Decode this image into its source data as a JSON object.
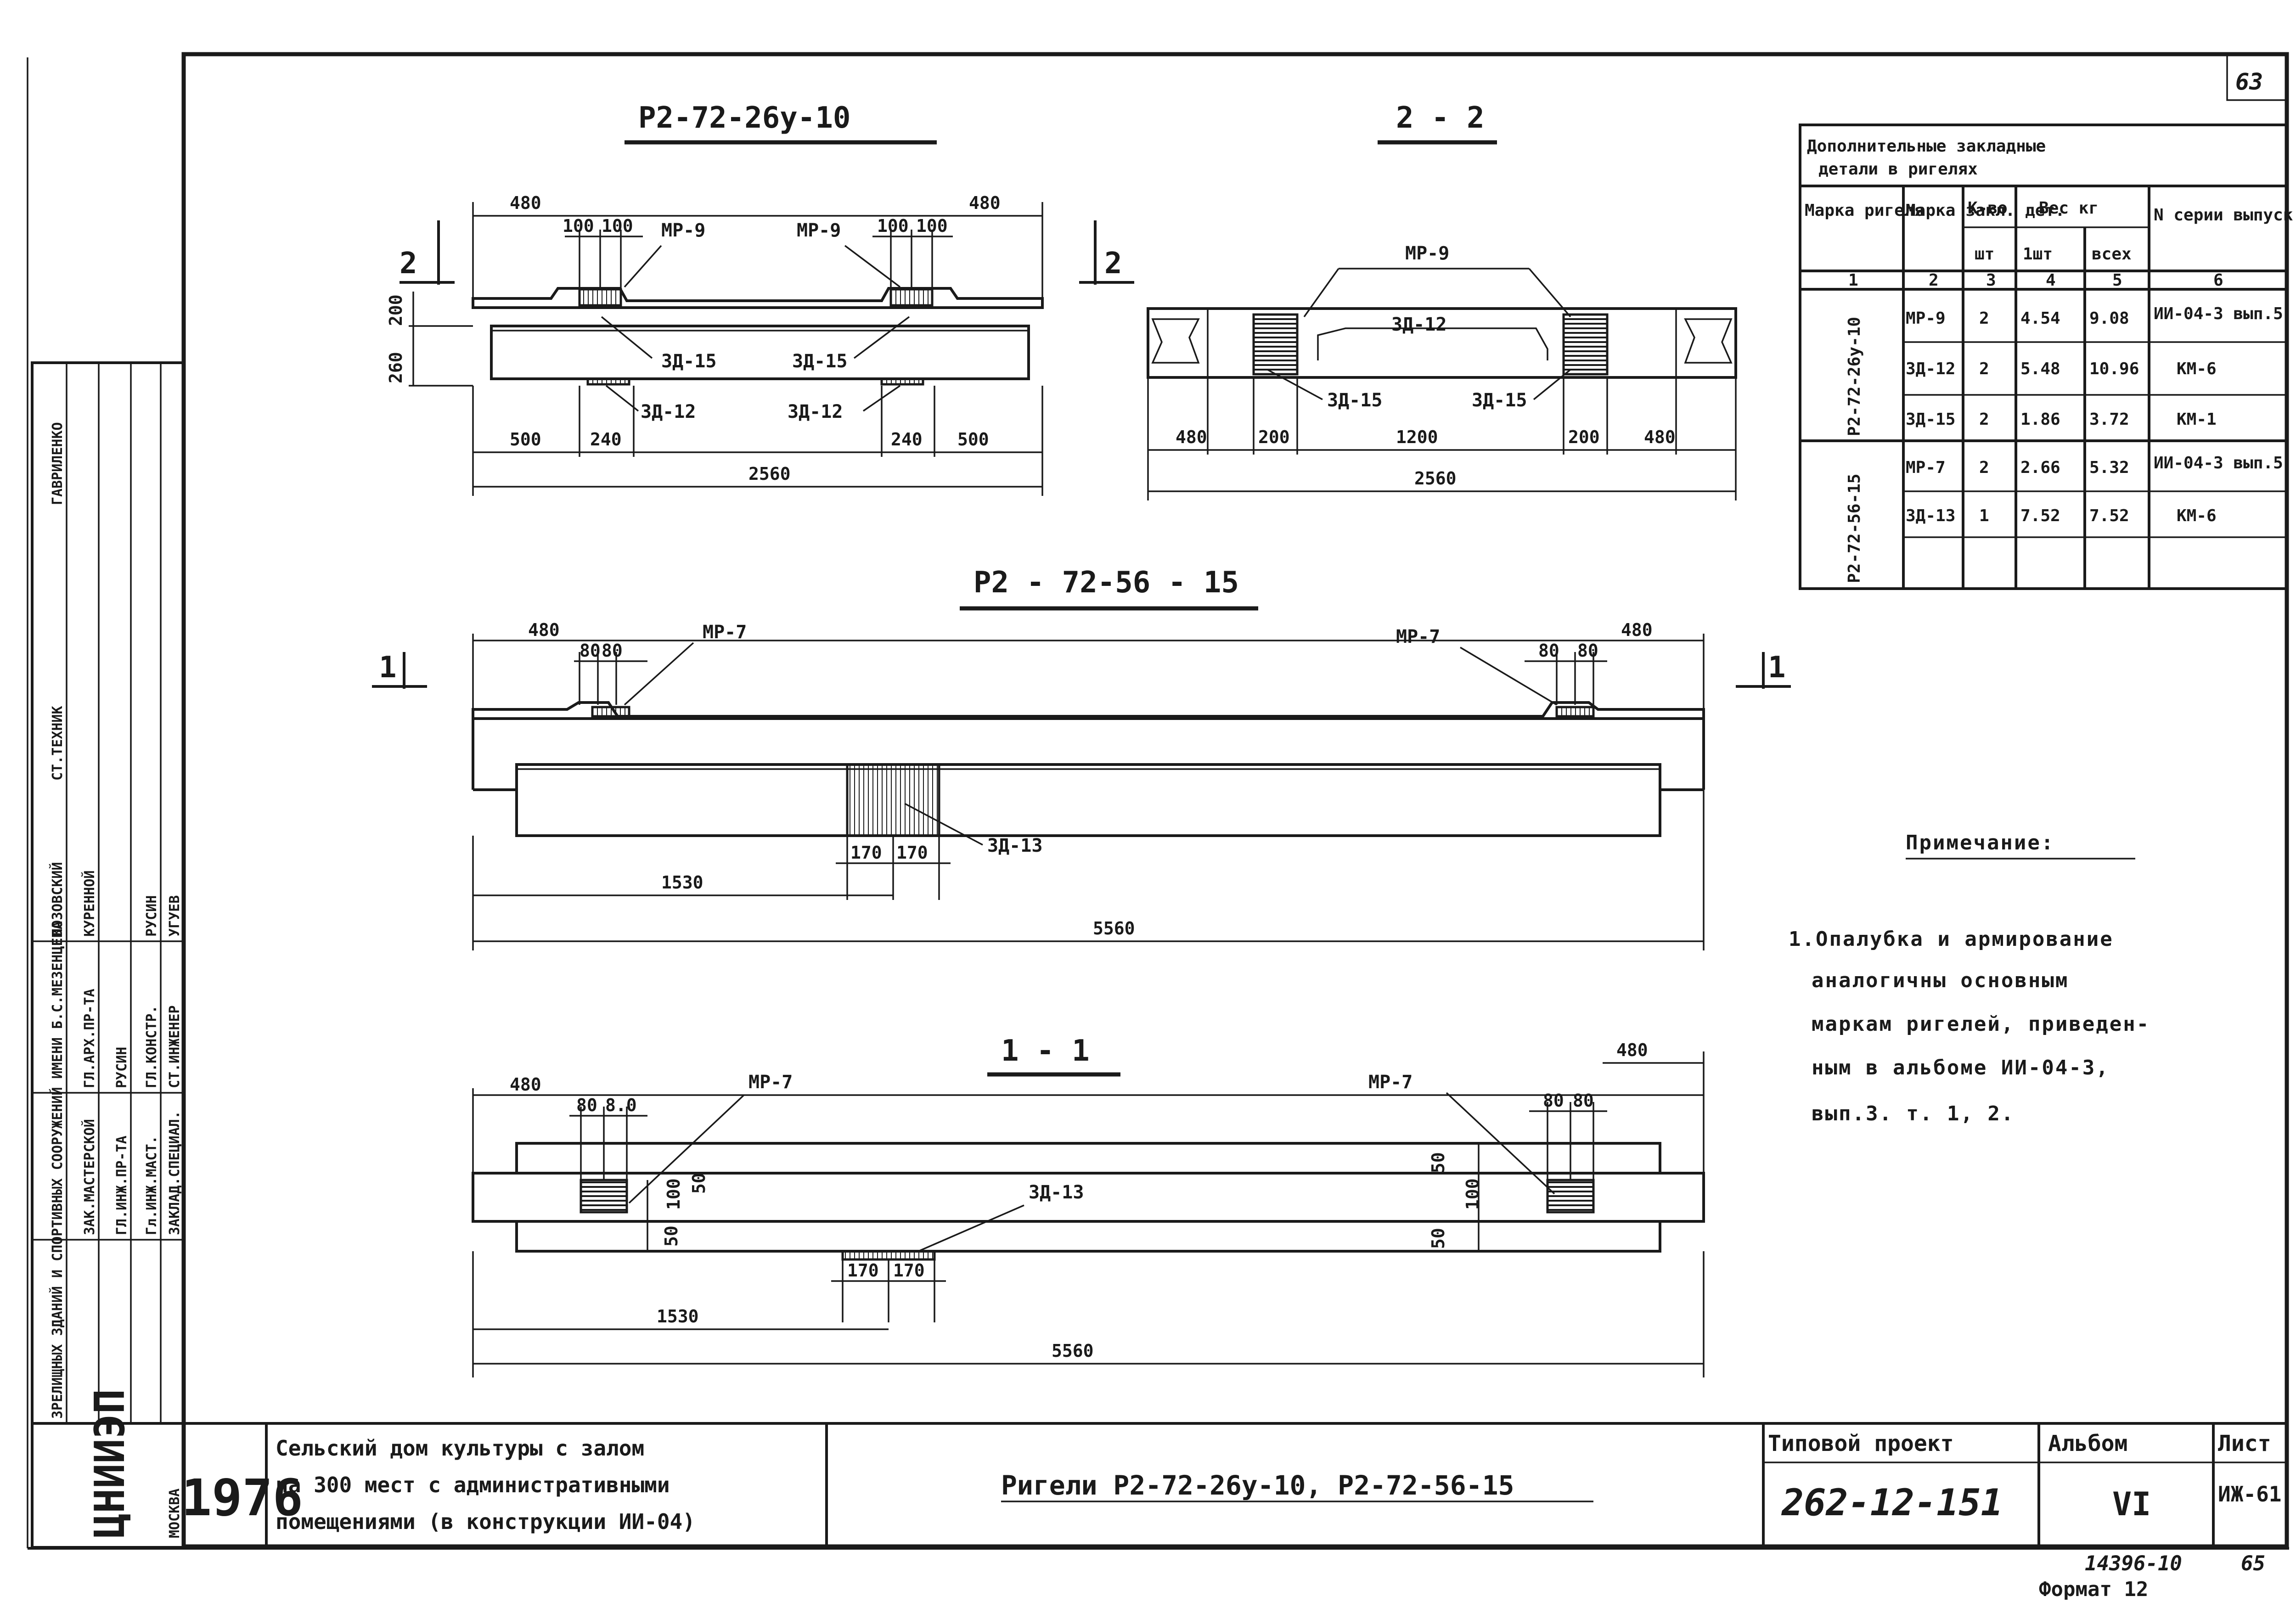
{
  "sheet_number_corner": "63",
  "views": {
    "top_left_title": "Р2-72-26у-10",
    "section22_title": "2 - 2",
    "middle_title": "Р2 - 72-56 - 15",
    "section11_title": "1 - 1",
    "cut_marks": {
      "two": "2",
      "one": "1"
    }
  },
  "top_left": {
    "dims": {
      "left_480": "480",
      "right_480": "480",
      "d100a": "100",
      "d100b": "100",
      "d100c": "100",
      "d100d": "100",
      "h200": "200",
      "h260": "260",
      "b500a": "500",
      "b240a": "240",
      "b240b": "240",
      "b500b": "500",
      "total": "2560"
    },
    "labels": {
      "mp9_left": "МР-9",
      "mp9_right": "МР-9",
      "zd15_a": "ЗД-15",
      "zd15_b": "ЗД-15",
      "zd12_a": "ЗД-12",
      "zd12_b": "ЗД-12"
    }
  },
  "section22": {
    "labels": {
      "mp9": "МР-9",
      "zd12": "ЗД-12",
      "zd15_a": "ЗД-15",
      "zd15_b": "ЗД-15"
    },
    "dims": {
      "d480a": "480",
      "d200a": "200",
      "d1200": "1200",
      "d200b": "200",
      "d480b": "480",
      "total": "2560"
    }
  },
  "middle": {
    "labels": {
      "mp7_left": "МР-7",
      "mp7_right": "МР-7",
      "zd13": "ЗД-13"
    },
    "dims": {
      "left_480": "480",
      "right_480": "480",
      "d80a": "80",
      "d80b": "80",
      "d80c": "80",
      "d80d": "80",
      "d170a": "170",
      "d170b": "170",
      "d1530": "1530",
      "total": "5560"
    }
  },
  "section11": {
    "labels": {
      "mp7_left": "МР-7",
      "mp7_right": "МР-7",
      "zd13": "ЗД-13"
    },
    "dims": {
      "left_480": "480",
      "right_480": "480",
      "d80a": "80",
      "d80b": "8.0",
      "d80c": "80",
      "d80d": "80",
      "d100a": "100",
      "d50a": "50",
      "d50b": "50",
      "d50c": "50",
      "d100b": "100",
      "d50d": "50",
      "d170a": "170",
      "d170b": "170",
      "d1530": "1530",
      "total": "5560"
    }
  },
  "table": {
    "title_line1": "Дополнительные закладные",
    "title_line2": "детали в ригелях",
    "headers": {
      "marka_rigelya": "Марка ригеля",
      "marka_zakl": "Марка закл. дет.",
      "kvo": "К-во",
      "kvo_unit": "шт",
      "ves": "Вес кг",
      "ves_1": "1шт",
      "ves_all": "всех",
      "series": "N серии выпуск лист"
    },
    "col_numbers": [
      "1",
      "2",
      "3",
      "4",
      "5",
      "6"
    ],
    "groups": [
      {
        "rigel": "Р2-72-26у-10",
        "rows": [
          {
            "mark": "МР-9",
            "qty": "2",
            "w1": "4.54",
            "wall": "9.08",
            "ser": "ИИ-04-3 вып.5"
          },
          {
            "mark": "ЗД-12",
            "qty": "2",
            "w1": "5.48",
            "wall": "10.96",
            "ser": "КМ-6"
          },
          {
            "mark": "ЗД-15",
            "qty": "2",
            "w1": "1.86",
            "wall": "3.72",
            "ser": "КМ-1"
          }
        ]
      },
      {
        "rigel": "Р2-72-56-15",
        "rows": [
          {
            "mark": "МР-7",
            "qty": "2",
            "w1": "2.66",
            "wall": "5.32",
            "ser": "ИИ-04-3 вып.5"
          },
          {
            "mark": "ЗД-13",
            "qty": "1",
            "w1": "7.52",
            "wall": "7.52",
            "ser": "КМ-6"
          }
        ]
      }
    ]
  },
  "note": {
    "heading": "Примечание:",
    "lines": [
      "1.Опалубка и армирование",
      "аналогичны основным",
      "маркам ригелей, приведен-",
      "ным в альбоме ИИ-04-3,",
      "вып.3. т. 1, 2."
    ]
  },
  "side_stamp": {
    "rows": [
      [
        "ЗРЕЛИЩНЫХ ЗДАНИЙ И СПОРТИВНЫХ СООРУЖЕНИЙ ИМЕНИ Б.С.МЕЗЕНЦЕВА",
        "ГЛ.ИНЖ.ПР-ТА",
        "РУСИН"
      ],
      [
        "ЗАК.МАСТЕРСКОЙ",
        "ГЛ.АРХ.ПР-ТА",
        "КУРЕННОЙ"
      ],
      [
        "Гл.ИНЖ.МАСТ.",
        "ГЛ.КОНСТР.",
        "РУСИН"
      ],
      [
        "ЗАКЛАД.СПЕЦИАЛ.",
        "СТ.ИНЖЕНЕР",
        "УГУЕВ"
      ]
    ],
    "extra": [
      "ГАВРИЛЕНКО",
      "СТ.ТЕХНИК",
      "ЛОЗОВСКИЙ"
    ],
    "org": "ЦНИИЭП",
    "city": "МОСКВА"
  },
  "title_block": {
    "year": "1976",
    "object_line1": "Сельский дом культуры с залом",
    "object_line2": "на 300 мест с административными",
    "object_line3": "помещениями (в конструкции ИИ-04)",
    "sheet_name": "Ригели Р2-72-26у-10, Р2-72-56-15",
    "project_label": "Типовой проект",
    "project_number": "262-12-151",
    "album_label": "Альбом",
    "album_number": "VI",
    "sheet_label": "Лист",
    "sheet_code": "ИЖ-61"
  },
  "footer": {
    "inventory": "14396-10",
    "page": "65",
    "format": "Формат 12"
  }
}
